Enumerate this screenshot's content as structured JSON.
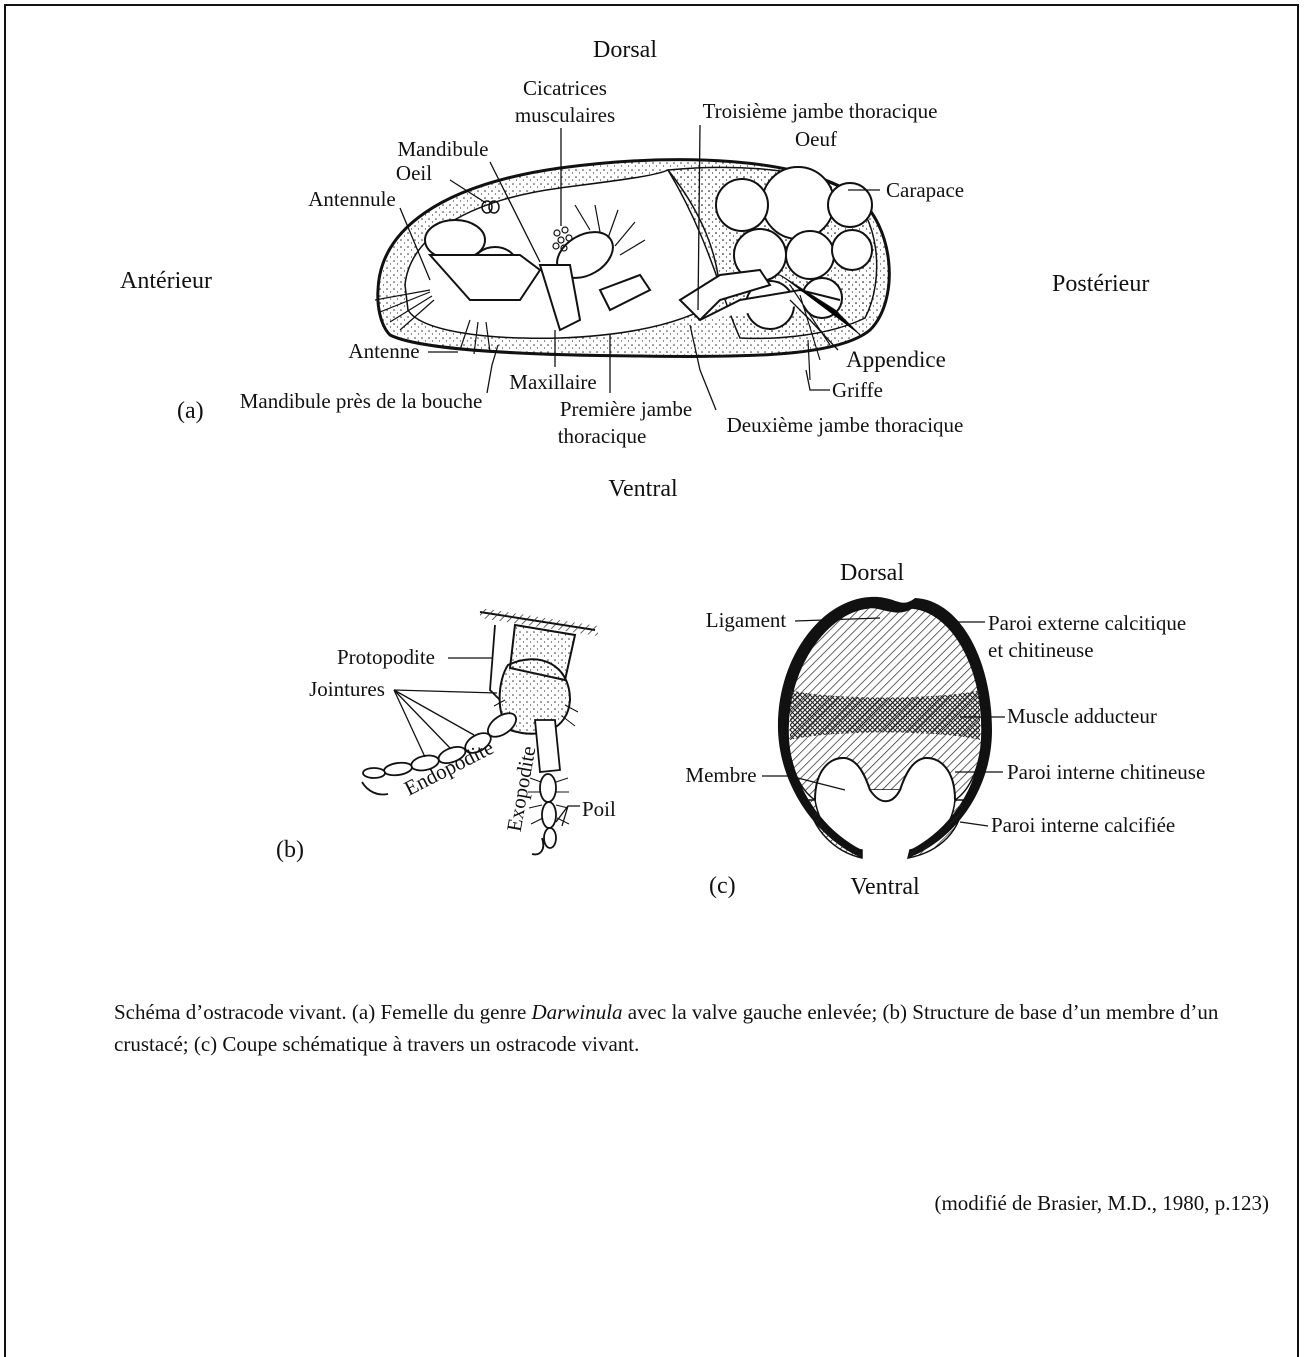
{
  "figure": {
    "a": {
      "panel_label": "(a)",
      "orientation": {
        "dorsal": "Dorsal",
        "ventral": "Ventral",
        "anterior": "Antérieur",
        "posterior": "Postérieur"
      },
      "labels": {
        "cicatrices_1": "Cicatrices",
        "cicatrices_2": "musculaires",
        "mandibule": "Mandibule",
        "oeil": "Oeil",
        "antennule": "Antennule",
        "troisieme": "Troisième jambe thoracique",
        "oeuf": "Oeuf",
        "carapace": "Carapace",
        "antenne": "Antenne",
        "mandibule_bouche": "Mandibule près de la bouche",
        "maxillaire": "Maxillaire",
        "premiere_1": "Première jambe",
        "premiere_2": "thoracique",
        "deuxieme": "Deuxième jambe thoracique",
        "appendice": "Appendice",
        "griffe": "Griffe"
      }
    },
    "b": {
      "panel_label": "(b)",
      "labels": {
        "protopodite": "Protopodite",
        "jointures": "Jointures",
        "endopodite": "Endopodite",
        "exopodite": "Exopodite",
        "poil": "Poil"
      }
    },
    "c": {
      "panel_label": "(c)",
      "dorsal": "Dorsal",
      "ventral": "Ventral",
      "labels": {
        "ligament": "Ligament",
        "paroi_externe_1": "Paroi externe calcitique",
        "paroi_externe_2": "et chitineuse",
        "muscle": "Muscle adducteur",
        "membre": "Membre",
        "paroi_interne_chit": "Paroi interne chitineuse",
        "paroi_interne_calc": "Paroi interne calcifiée"
      }
    }
  },
  "caption": {
    "part1": "Schéma d’ostracode vivant. (a) Femelle du genre ",
    "genus": "Darwinula",
    "part2": " avec la valve gauche enlevée; (b) Structure de base d’un membre d’un crustacé; (c) Coupe schématique à travers un ostracode vivant."
  },
  "source": "(modifié de Brasier, M.D., 1980, p.123)"
}
